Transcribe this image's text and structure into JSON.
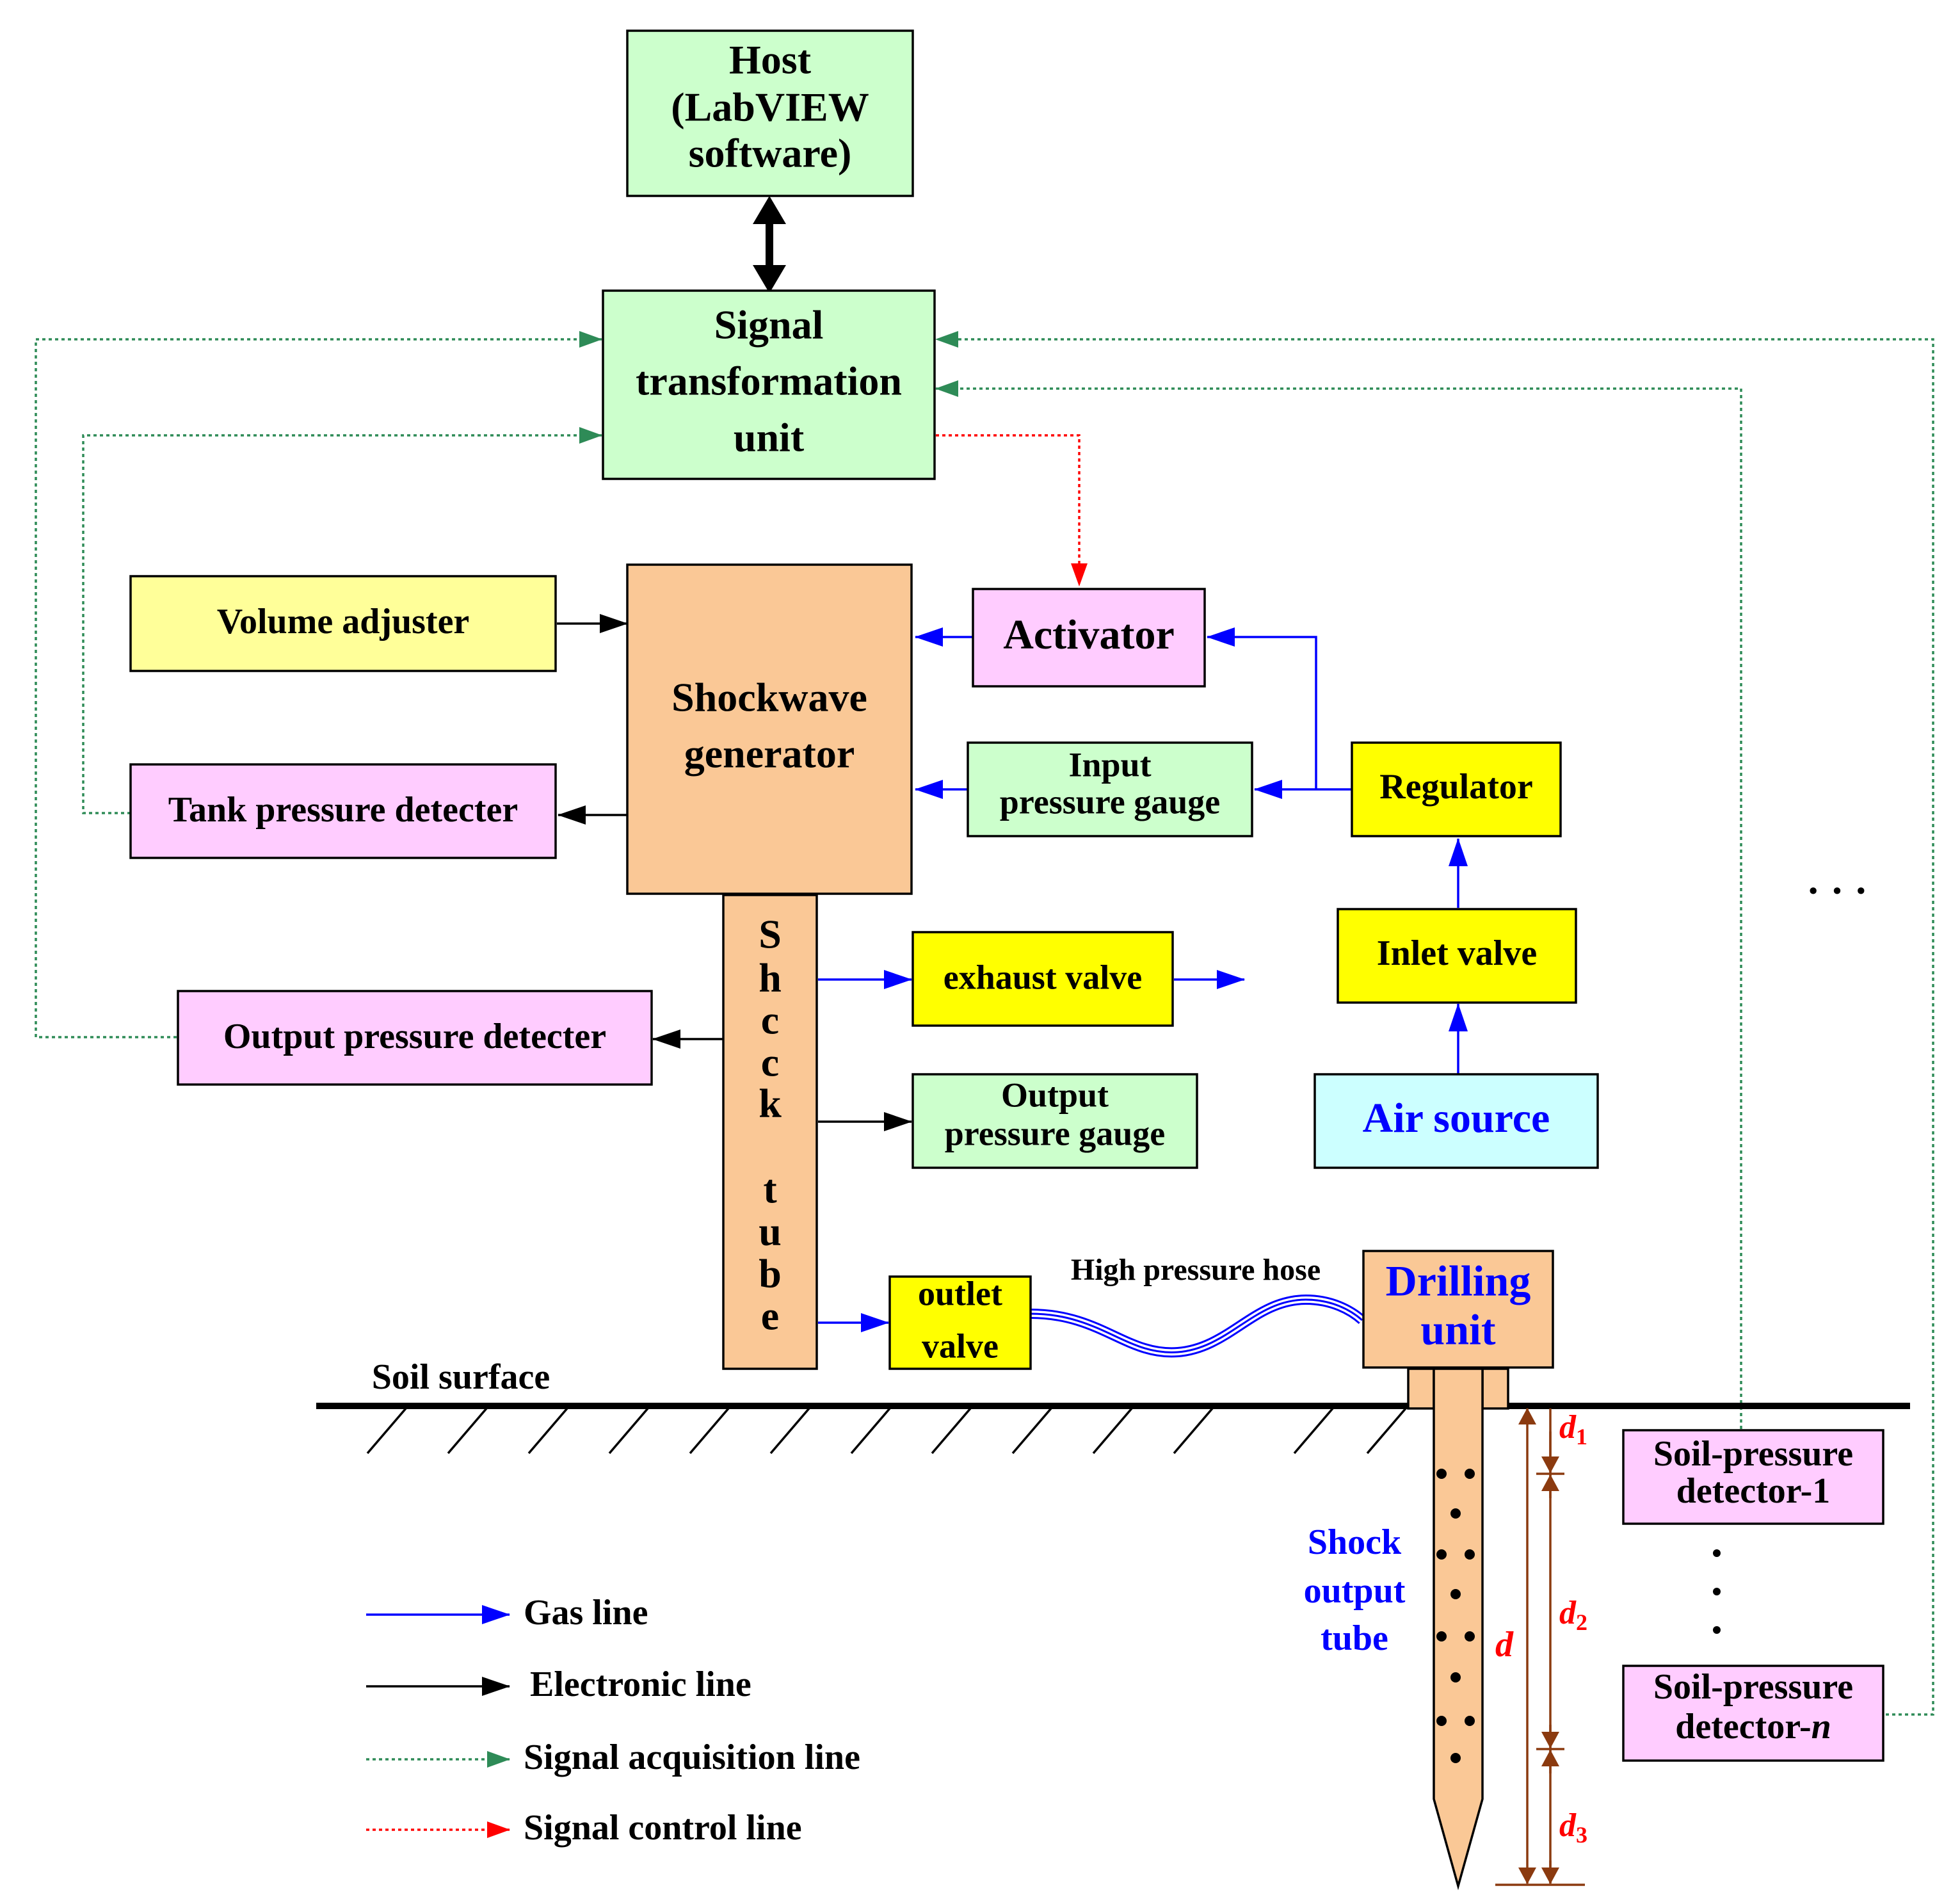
{
  "colors": {
    "green_box": "#ccffcc",
    "pink_box": "#ffccff",
    "yellow_light": "#ffff99",
    "yellow": "#ffff00",
    "orange": "#fac896",
    "cyan": "#ccffff",
    "gas_line": "#0000ff",
    "electronic_line": "#000000",
    "acquisition_line": "#2e8b57",
    "control_line": "#ff0000",
    "dimension": "#8b3a0f",
    "dimension_label": "#ff0000",
    "blue_text": "#0000ff"
  },
  "boxes": {
    "host": [
      "Host",
      "(LabVIEW",
      "software)"
    ],
    "signal_unit": [
      "Signal",
      "transformation",
      "unit"
    ],
    "volume_adjuster": "Volume adjuster",
    "shockwave_generator": [
      "Shockwave",
      "generator"
    ],
    "tank_detector": "Tank pressure detecter",
    "activator": "Activator",
    "input_gauge": [
      "Input",
      "pressure gauge"
    ],
    "regulator": "Regulator",
    "inlet_valve": "Inlet valve",
    "air_source": "Air source",
    "shock_tube": [
      "S",
      "h",
      "c",
      "c",
      "k",
      "",
      "t",
      "u",
      "b",
      "e"
    ],
    "exhaust_valve": "exhaust valve",
    "output_detector": "Output pressure detecter",
    "output_gauge": [
      "Output",
      "pressure gauge"
    ],
    "outlet_valve": [
      "outlet",
      "valve"
    ],
    "drilling_unit": [
      "Drilling",
      "unit"
    ],
    "soil_detector_1": [
      "Soil-pressure",
      "detector-1"
    ],
    "soil_detector_n": [
      "Soil-pressure",
      "detector-",
      "n"
    ]
  },
  "labels": {
    "hose": "High pressure hose",
    "soil_surface": "Soil surface",
    "shock_output_tube": [
      "Shock",
      "output",
      "tube"
    ],
    "ellipsis": "· · ·",
    "d": "d",
    "d1": [
      "d",
      "1"
    ],
    "d2": [
      "d",
      "2"
    ],
    "d3": [
      "d",
      "3"
    ]
  },
  "legend": [
    {
      "type": "gas",
      "label": "Gas line"
    },
    {
      "type": "elec",
      "label": "Electronic line"
    },
    {
      "type": "acq",
      "label": "Signal acquisition line"
    },
    {
      "type": "ctl",
      "label": "Signal control line"
    }
  ]
}
